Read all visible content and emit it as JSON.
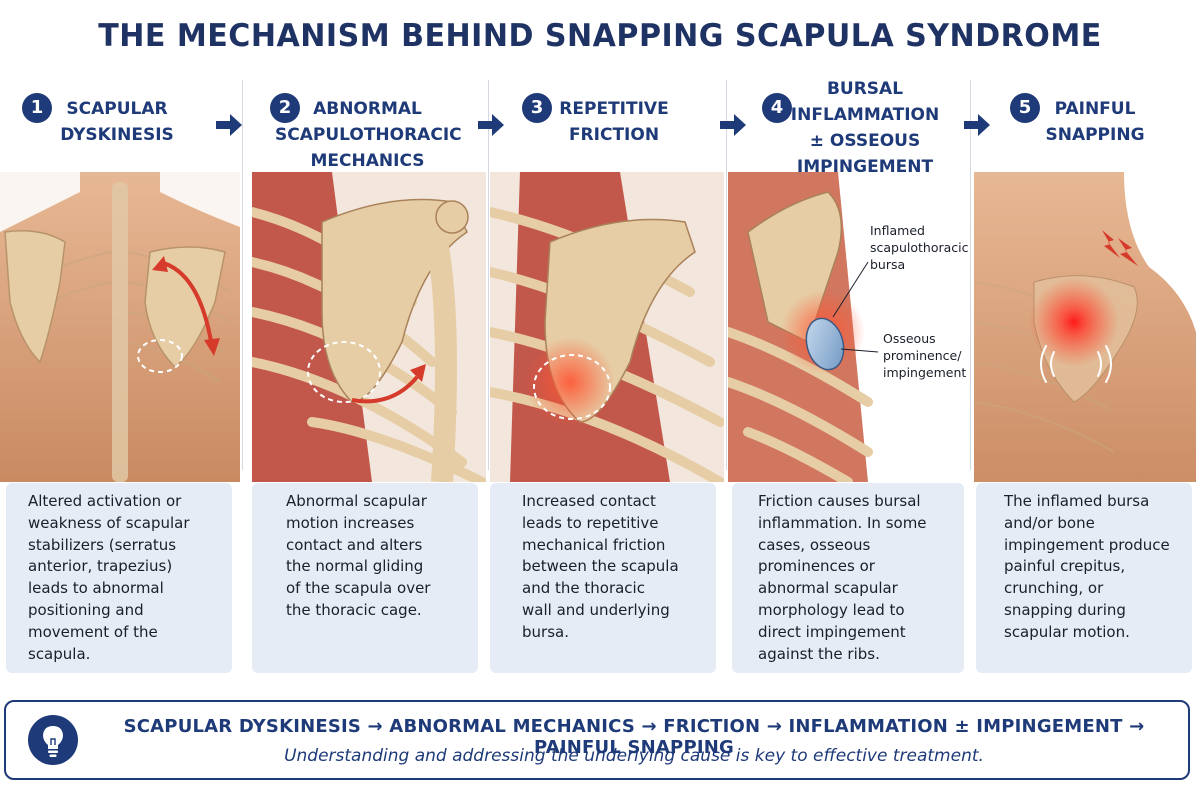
{
  "title": "THE MECHANISM BEHIND SNAPPING SCAPULA SYNDROME",
  "steps": [
    {
      "number": "1",
      "heading": [
        "SCAPULAR",
        "DYSKINESIS"
      ],
      "description": [
        "Altered activation or",
        "weakness of scapular",
        "stabilizers (serratus",
        "anterior, trapezius)",
        "leads to abnormal",
        "positioning and",
        "movement of the",
        "scapula."
      ]
    },
    {
      "number": "2",
      "heading": [
        "ABNORMAL",
        "SCAPULOTHORACIC",
        "MECHANICS"
      ],
      "description": [
        "Abnormal scapular",
        "motion increases",
        "contact and alters",
        "the normal gliding",
        "of the scapula over",
        "the thoracic cage."
      ]
    },
    {
      "number": "3",
      "heading": [
        "REPETITIVE",
        "FRICTION"
      ],
      "description": [
        "Increased contact",
        "leads to repetitive",
        "mechanical friction",
        "between the scapula",
        "and the thoracic",
        "wall and underlying",
        "bursa."
      ]
    },
    {
      "number": "4",
      "heading": [
        "BURSAL",
        "INFLAMMATION",
        "± OSSEOUS",
        "IMPINGEMENT"
      ],
      "description": [
        "Friction causes bursal",
        "inflammation. In some",
        "cases, osseous",
        "prominences or",
        "abnormal scapular",
        "morphology lead to",
        "direct impingement",
        "against the ribs."
      ],
      "annotations": {
        "bursa": [
          "Inflamed",
          "scapulothoracic",
          "bursa"
        ],
        "osseous": [
          "Osseous",
          "prominence/",
          "impingement"
        ]
      }
    },
    {
      "number": "5",
      "heading": [
        "PAINFUL",
        "SNAPPING"
      ],
      "description": [
        "The inflamed bursa",
        "and/or bone",
        "impingement produce",
        "painful crepitus,",
        "crunching, or",
        "snapping during",
        "scapular motion."
      ]
    }
  ],
  "summary": {
    "chain": "SCAPULAR DYSKINESIS → ABNORMAL MECHANICS → FRICTION → INFLAMMATION ± IMPINGEMENT → PAINFUL SNAPPING",
    "note": "Understanding and addressing the underlying cause is key to effective treatment.",
    "icon": "lightbulb-icon"
  },
  "colors": {
    "navy": "#1e3a78",
    "panel": "#e6ecf6",
    "skin": "#d9a07a",
    "bone": "#e6cda5",
    "muscle": "#c2574b",
    "alert": "#d63a2a"
  }
}
